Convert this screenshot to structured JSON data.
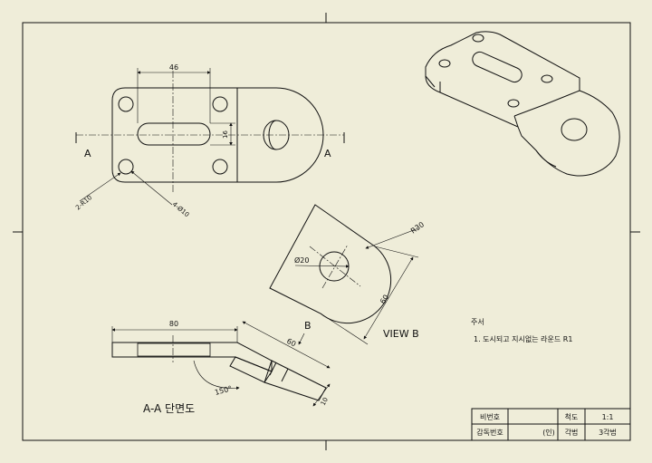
{
  "dimensions": {
    "width_46": "46",
    "height_16": "16",
    "hole_2r10": "2-R10",
    "holes_4d10": "4-Ø10",
    "dia_20": "Ø20",
    "radius_30": "R30",
    "len_60_view": "60",
    "len_80": "80",
    "len_60_bent": "60",
    "thick_10": "10",
    "angle_150": "150°"
  },
  "labels": {
    "section_a_left": "A",
    "section_a_right": "A",
    "view_b_arrow": "B",
    "view_b_title": "VIEW B",
    "section_title": "A-A 단면도"
  },
  "notes": {
    "heading": "주서",
    "item1": "1. 도시되고 지시없는 라운드 R1"
  },
  "title_block": {
    "r1c1": "비번호",
    "r1c3": "척도",
    "r1c4": "1:1",
    "r2c1": "감독번호",
    "r2c2": "(인)",
    "r2c3": "각법",
    "r2c4": "3각법"
  }
}
